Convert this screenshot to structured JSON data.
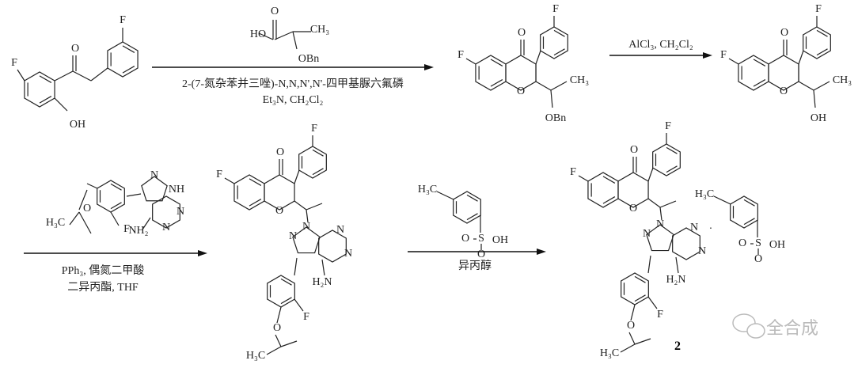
{
  "compounds": {
    "start": {
      "F1": "F",
      "O": "O",
      "OH": "OH",
      "F2": "F"
    },
    "lactic_acid": {
      "O": "O",
      "HO": "HO",
      "CH3": "CH₃",
      "OBn": "OBn"
    },
    "benzyl_chromone": {
      "F1": "F",
      "O_keto": "O",
      "O_ring": "O",
      "CH3": "CH₃",
      "OBn": "OBn",
      "F2": "F"
    },
    "hydroxy_chromone": {
      "F1": "F",
      "O_keto": "O",
      "O_ring": "O",
      "CH3": "CH₃",
      "OH": "OH",
      "F2": "F"
    },
    "pyrazolopyrimidine": {
      "NH": "NH",
      "N1": "N",
      "N2": "N",
      "N3": "N",
      "NH2": "NH₂",
      "F": "F",
      "O": "O",
      "H3C": "H₃C"
    },
    "coupled": {
      "F1": "F",
      "O_keto": "O",
      "O_ring": "O",
      "F2": "F",
      "N1": "N",
      "N2": "N",
      "N3": "N",
      "N4": "N",
      "NH2": "H₂N",
      "F3": "F",
      "O": "O",
      "H3C": "H₃C"
    },
    "tosic_acid": {
      "H3C": "H₃C",
      "S": "S",
      "O1": "O",
      "O2": "O",
      "OH": "OH"
    },
    "product": {
      "F1": "F",
      "O_keto": "O",
      "O_ring": "O",
      "F2": "F",
      "N1": "N",
      "N2": "N",
      "N3": "N",
      "N4": "N",
      "NH2": "H₂N",
      "F3": "F",
      "O": "O",
      "H3C": "H₃C",
      "dot": "·",
      "ts_H3C": "H₃C",
      "ts_S": "S",
      "ts_O1": "O",
      "ts_O2": "O",
      "ts_OH": "OH",
      "label": "2"
    }
  },
  "steps": {
    "step1": {
      "line1": "2-(7-氮杂苯并三唑)-N,N,N',N'-四甲基脲六氟磷",
      "line2": "Et₃N, CH₂Cl₂"
    },
    "step2": {
      "line1": "AlCl₃, CH₂Cl₂"
    },
    "step3": {
      "line1": "PPh₃, 偶氮二甲酸",
      "line2": "二异丙酯, THF"
    },
    "step4": {
      "line1": "异丙醇"
    }
  },
  "watermark": "全合成"
}
